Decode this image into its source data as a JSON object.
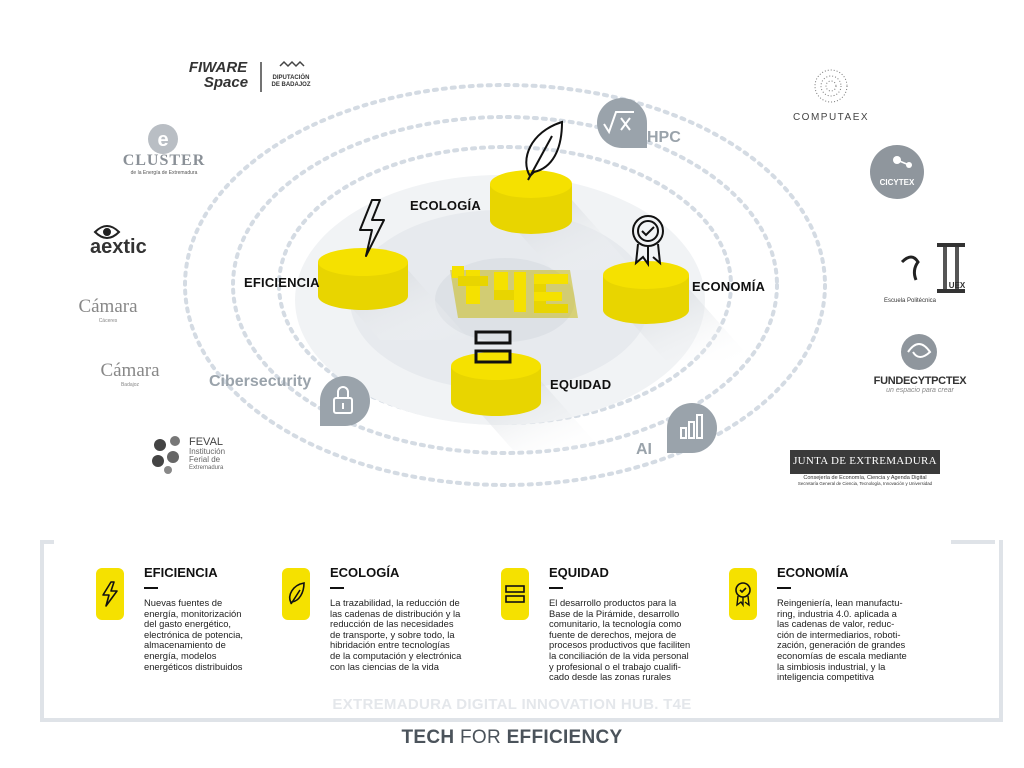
{
  "hub": {
    "logo_text": "T4E"
  },
  "pillars": {
    "eficiencia": "EFICIENCIA",
    "ecologia": "ECOLOGÍA",
    "economia": "ECONOMÍA",
    "equidad": "EQUIDAD"
  },
  "tech": {
    "hpc": "HPC",
    "cybersecurity": "Cibersecurity",
    "ai": "AI",
    "hpc_icon": "square-root-icon",
    "cyber_icon": "padlock-icon",
    "ai_icon": "bar-chart-icon"
  },
  "logos_left": {
    "fiware_line1": "FIWARE",
    "fiware_line2": "Space",
    "diputacion_line1": "DIPUTACIÓN",
    "diputacion_line2": "DE BADAJOZ",
    "cluster": "CLUSTER",
    "cluster_sub": "de la Energía de Extremadura",
    "aextic": "aextic",
    "camara1": "Cámara",
    "camara1_sub": "Cáceres",
    "camara2": "Cámara",
    "camara2_sub": "Badajoz",
    "feval_line1": "FEVAL",
    "feval_line2": "Institución",
    "feval_line3": "Ferial de",
    "feval_line4": "Extremadura"
  },
  "logos_right": {
    "computaex": "COMPUTAEX",
    "cicytex": "CICYTEX",
    "escuela": "Escuela Politécnica",
    "uex": "UEX",
    "fundecyt": "FUNDECYTPCTEX",
    "fundecyt_sub": "un espacio para crear",
    "junta": "JUNTA DE EXTREMADURA",
    "junta_line2": "Consejería de Economía, Ciencia y Agenda Digital",
    "junta_line3": "Secretaría General de Ciencia, Tecnología, Innovación y Universidad"
  },
  "cards": [
    {
      "title": "EFICIENCIA",
      "icon": "lightning-icon",
      "desc": "Nuevas fuentes de\nenergía, monitorización\ndel gasto energético,\nelectrónica de potencia,\nalmacenamiento de\nenergía, modelos\nenergéticos distribuidos"
    },
    {
      "title": "ECOLOGÍA",
      "icon": "leaf-icon",
      "desc": "La trazabilidad, la reducción de\nlas cadenas de distribución y la\nreducción de las necesidades\nde transporte, y sobre todo, la\nhibridación entre tecnologías\nde la computación y electrónica\ncon las ciencias de la vida"
    },
    {
      "title": "EQUIDAD",
      "icon": "equals-icon",
      "desc": "El desarrollo productos para la\nBase de la Pirámide,  desarrollo\ncomunitario,  la tecnología como\nfuente de derechos,  mejora de\nprocesos productivos que faciliten\nla conciliación de la vida personal\ny profesional o el trabajo cualifi-\ncado desde las zonas rurales"
    },
    {
      "title": "ECONOMÍA",
      "icon": "medal-icon",
      "desc": "Reingeniería,  lean manufactu-\nring, industria 4.0. aplicada a\nlas cadenas de valor, reduc-\nción de intermediarios, roboti-\nzación, generación de grandes\neconomías de escala mediante\nla simbiosis industrial, y la\ninteligencia competitiva"
    }
  ],
  "footer": {
    "subtitle": "EXTREMADURA DIGITAL INNOVATION HUB. T4E",
    "tag_1": "TECH",
    "tag_2": "FOR",
    "tag_3": "EFFICIENCY"
  },
  "colors": {
    "accent_yellow": "#f5e100",
    "dark_text": "#111111",
    "gray_bubble": "#9aa3ab",
    "light_gray": "#e4e7eb"
  }
}
